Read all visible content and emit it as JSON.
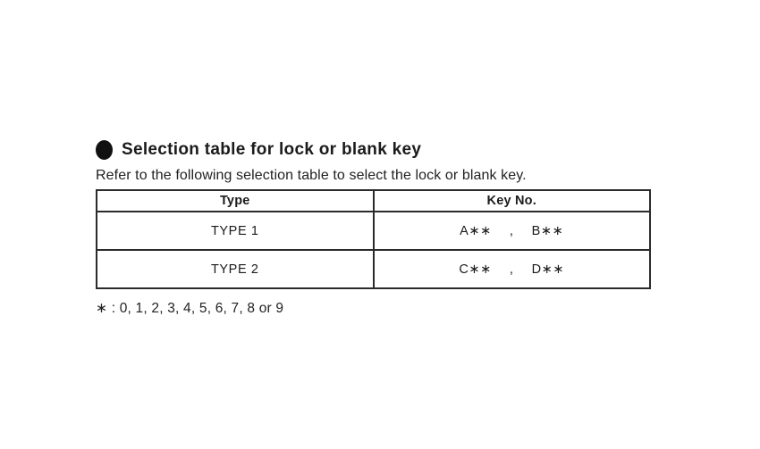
{
  "document": {
    "heading": {
      "bullet_icon": "filled-circle",
      "text": "Selection table for lock or blank key"
    },
    "intro": "Refer to the following selection table to select the lock or blank key.",
    "table": {
      "col_headers": [
        "Type",
        "Key No."
      ],
      "rows": [
        {
          "type": "TYPE 1",
          "key_first": "A∗∗",
          "key_comma": ",",
          "key_second": "B∗∗"
        },
        {
          "type": "TYPE 2",
          "key_first": "C∗∗",
          "key_comma": ",",
          "key_second": "D∗∗"
        }
      ]
    },
    "footnote": "∗ : 0, 1, 2, 3, 4, 5, 6, 7, 8 or 9",
    "colors": {
      "background": "#ffffff",
      "text": "#1b1b1b",
      "border": "#2b2b2b"
    }
  }
}
